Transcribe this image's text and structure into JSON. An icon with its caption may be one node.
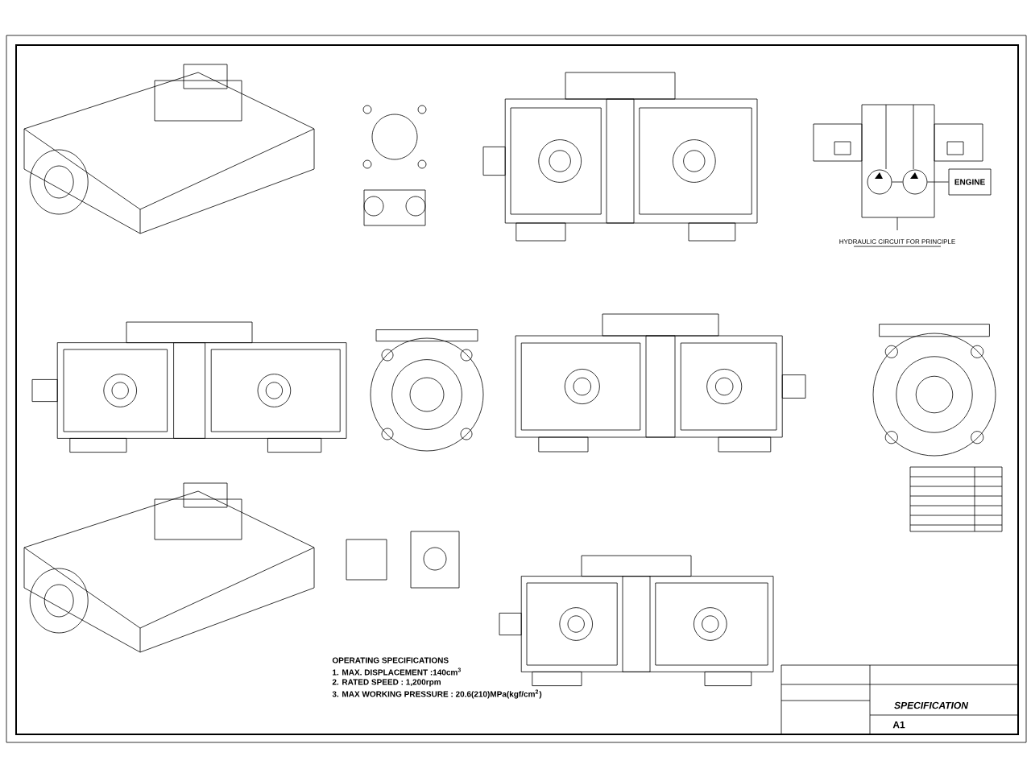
{
  "diagram": {
    "nodes": [
      {
        "text": [
          "ENGINE"
        ]
      },
      {
        "text": [],
        "shape": "circle"
      },
      {
        "text": [],
        "shape": "circle"
      }
    ],
    "edges": [
      {
        "from": 0,
        "to": 2,
        "arrow": "none"
      },
      {
        "from": 1,
        "to": 2,
        "arrow": "none"
      }
    ],
    "labels": [
      "HYDRAULIC CIRCUIT FOR PRINCIPLE",
      "OPERATING SPECIFICATIONS",
      "1. MAX. DISPLACEMENT :140cm$^{3}$",
      "2. RATED SPEED : 1,200rpm",
      "3. MAX WORKING PRESSURE : 20.6(210)MPa(kgf/cm$^{2}$)",
      "SPECIFICATION",
      "A1"
    ]
  }
}
